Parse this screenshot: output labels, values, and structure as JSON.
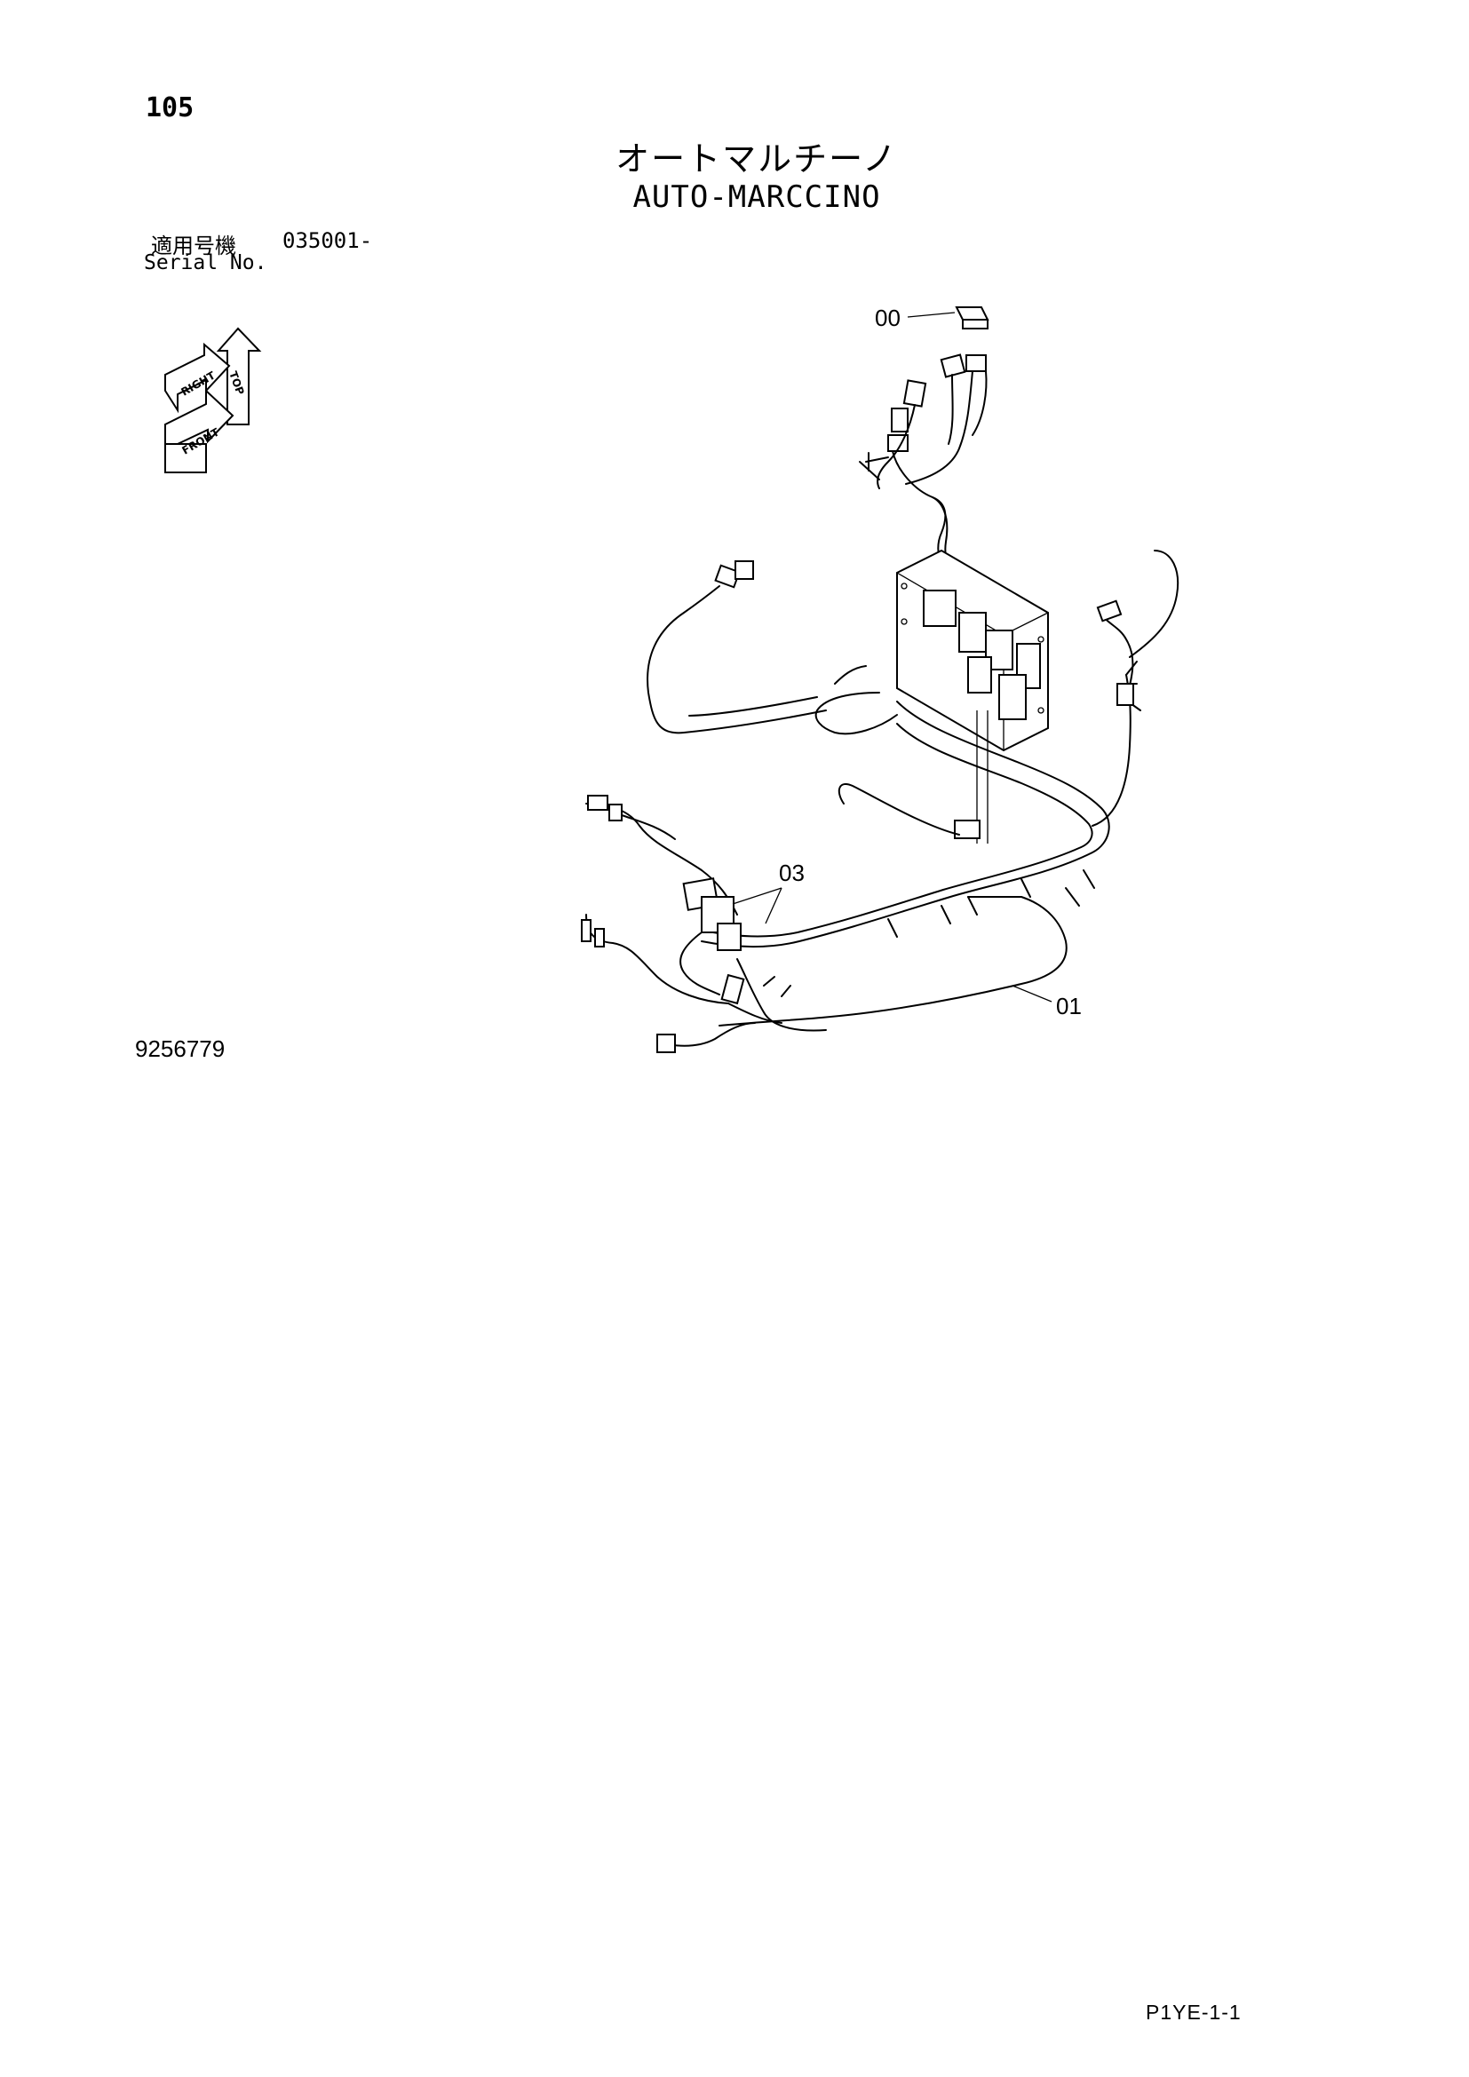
{
  "page": {
    "page_number": "105",
    "title_jp": "オートマルチーノ",
    "title_en": "AUTO-MARCCINO",
    "serial_label_jp": "適用号機",
    "serial_value": "035001-",
    "serial_label_en": "Serial No.",
    "drawing_number": "9256779",
    "sheet_reference": "P1YE-1-1"
  },
  "orientation_icon": {
    "labels": [
      "TOP",
      "RIGHT",
      "FRONT"
    ]
  },
  "callouts": [
    {
      "id": "00",
      "label": "00"
    },
    {
      "id": "03",
      "label": "03"
    },
    {
      "id": "01",
      "label": "01"
    }
  ]
}
